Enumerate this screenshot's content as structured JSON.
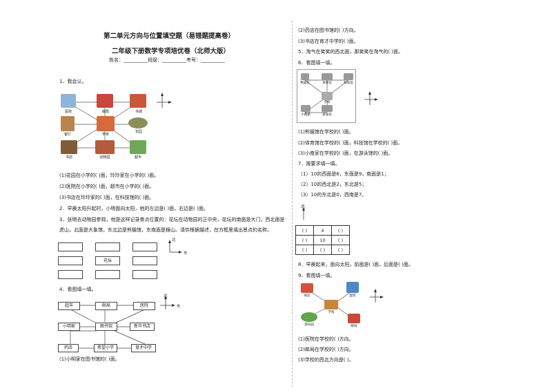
{
  "header": {
    "title": "第二单元方向与位置填空题（易错题提高卷）",
    "subtitle": "二年级下册数学专项培优卷（北师大版）",
    "fields": "姓名：__________班级：__________考号：__________"
  },
  "q1": {
    "text": "1．我会认。",
    "labels": [
      "医院",
      "邮局",
      "书城",
      "银行",
      "学校",
      "花园",
      "书店",
      "动物园",
      "超市"
    ],
    "sub1": "(1)花园在小学的(        )面，玲玲家在小学的(        )面。",
    "sub2": "(2)医院在小学的(        )面，超市在小学的(        )面。",
    "sub3": "(3)书店在玲玲家的(        )面，在科技馆的(        )面。"
  },
  "q2": {
    "text": "2．早晨太阳升起时，小明面向太阳，他的左边是(        )面，右边是(        )面。"
  },
  "q3": {
    "line1": "3．张明去动物园参观，他是这样记录景点位置的：花坛在动物园的正中央，花坛的南面是大门，西北面是",
    "line2": "虎山，北面是大象馆，东北边是熊猫馆，东南面是猴山。请你根据描述，在方框里填出景点的名称。",
    "center_label": "花坛",
    "north": "北",
    "east": "东"
  },
  "q4": {
    "text": "4．看图填一填。",
    "boxes": [
      "超市",
      "邮局",
      "医院",
      "小明家",
      "图书馆",
      "新华书店",
      "药店",
      "希望小学",
      "育才中学"
    ],
    "north": "北",
    "east": "东",
    "sub1": "(1)小明家在图书馆的(        )面。"
  },
  "right": {
    "q4_sub2": "(2)药店在图书馆的(        )方向。",
    "q4_sub3": "(3)书店在育才中学的(        )面。",
    "q5": "5．淘气在笑笑的西北面，那笑笑在淘气的(        )面。",
    "q6": "6．看图填一填。",
    "q6_labels": [
      "熊猫馆",
      "体育馆",
      "学校",
      "科技馆",
      "小南家",
      "游泳馆"
    ],
    "q6_sub1": "(1)熊猫馆在学校的(        )面。",
    "q6_sub2": "(2)体育馆在学校的(        )面，科技馆在学校的(        )面。",
    "q6_sub3": "(3)小南家在学校的(        )面，在游泳馆的(        )面。",
    "q7": "7．按要求填一填。",
    "q7_l1": "（1）10的西面是6，东面是9，南面是1；",
    "q7_l2": "（2）10的西北是2，东北是5；",
    "q7_l3": "（3）10的东北是0，西南是7。",
    "q7_north": "北",
    "q7_grid": [
      [
        "(    )",
        "4",
        "(    )"
      ],
      [
        "(    )",
        "10",
        "(    )"
      ],
      [
        "(    )",
        "(    )",
        "(    )"
      ]
    ],
    "q8": "8．早晨起来，面向太阳，前面是(        )面，后面是(        )面。",
    "q9": "9．看图填一填。",
    "q9_labels": [
      "商店",
      "医院",
      "学校",
      "游乐园",
      "邮局"
    ],
    "q9_sub1": "(1)医院在学校的(        )方向。",
    "q9_sub2": "(2)邮局在学校的(        )方向。",
    "q9_sub3": "(3)学校的西北方向是(        )。"
  }
}
